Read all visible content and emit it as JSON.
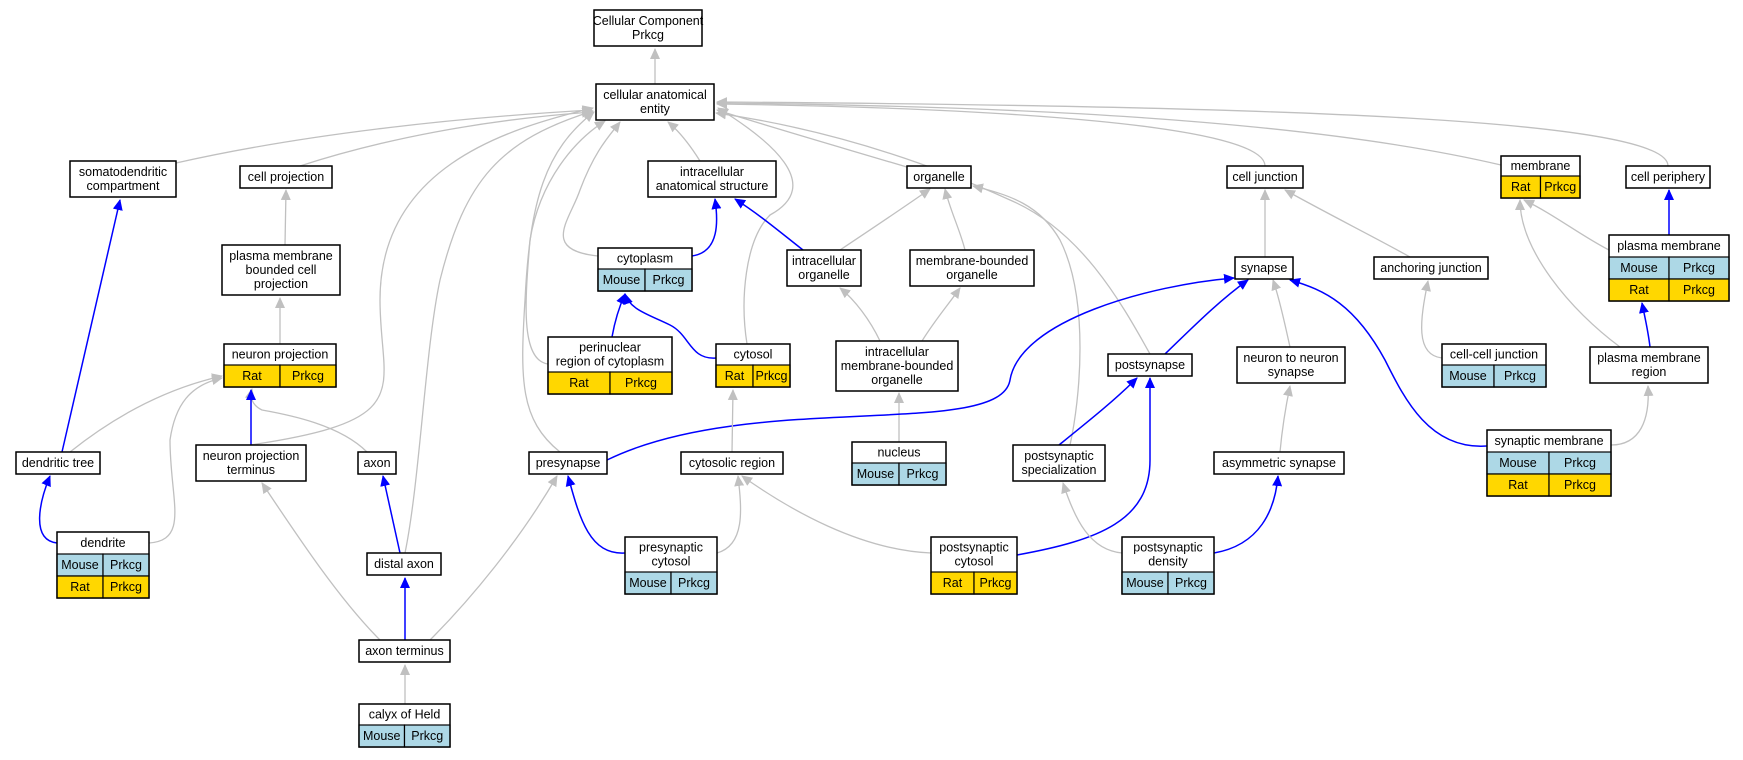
{
  "colors": {
    "is_a_edge": "#c0c0c0",
    "part_of_edge": "#0000ff",
    "mouse": "#add8e6",
    "rat": "#ffd700",
    "node_border": "#000000",
    "node_fill": "#ffffff"
  },
  "nodes": {
    "root": {
      "lines": [
        "Cellular Component",
        "Prkcg"
      ],
      "tags": []
    },
    "cae": {
      "lines": [
        "cellular anatomical",
        "entity"
      ],
      "tags": []
    },
    "somato": {
      "lines": [
        "somatodendritic",
        "compartment"
      ],
      "tags": []
    },
    "cellproj": {
      "lines": [
        "cell projection"
      ],
      "tags": []
    },
    "ias": {
      "lines": [
        "intracellular",
        "anatomical structure"
      ],
      "tags": []
    },
    "organelle": {
      "lines": [
        "organelle"
      ],
      "tags": []
    },
    "celljunction": {
      "lines": [
        "cell junction"
      ],
      "tags": []
    },
    "membrane": {
      "lines": [
        "membrane"
      ],
      "tags": [
        [
          "Rat",
          "Prkcg"
        ]
      ]
    },
    "cellperiphery": {
      "lines": [
        "cell periphery"
      ],
      "tags": []
    },
    "pmbcp": {
      "lines": [
        "plasma membrane",
        "bounded cell",
        "projection"
      ],
      "tags": []
    },
    "cytoplasm": {
      "lines": [
        "cytoplasm"
      ],
      "tags": [
        [
          "Mouse",
          "Prkcg"
        ]
      ]
    },
    "intraorg": {
      "lines": [
        "intracellular",
        "organelle"
      ],
      "tags": []
    },
    "mborg": {
      "lines": [
        "membrane-bounded",
        "organelle"
      ],
      "tags": []
    },
    "synapse": {
      "lines": [
        "synapse"
      ],
      "tags": []
    },
    "anchoring": {
      "lines": [
        "anchoring junction"
      ],
      "tags": []
    },
    "plasmamem": {
      "lines": [
        "plasma membrane"
      ],
      "tags": [
        [
          "Mouse",
          "Prkcg"
        ],
        [
          "Rat",
          "Prkcg"
        ]
      ]
    },
    "neuronproj": {
      "lines": [
        "neuron projection"
      ],
      "tags": [
        [
          "Rat",
          "Prkcg"
        ]
      ]
    },
    "perinuclear": {
      "lines": [
        "perinuclear",
        "region of cytoplasm"
      ],
      "tags": [
        [
          "Rat",
          "Prkcg"
        ]
      ]
    },
    "cytosol": {
      "lines": [
        "cytosol"
      ],
      "tags": [
        [
          "Rat",
          "Prkcg"
        ]
      ]
    },
    "imbo": {
      "lines": [
        "intracellular",
        "membrane-bounded",
        "organelle"
      ],
      "tags": []
    },
    "postsynapse": {
      "lines": [
        "postsynapse"
      ],
      "tags": []
    },
    "n2n": {
      "lines": [
        "neuron to neuron",
        "synapse"
      ],
      "tags": []
    },
    "ccjunction": {
      "lines": [
        "cell-cell junction"
      ],
      "tags": [
        [
          "Mouse",
          "Prkcg"
        ]
      ]
    },
    "pmregion": {
      "lines": [
        "plasma membrane",
        "region"
      ],
      "tags": []
    },
    "dendtree": {
      "lines": [
        "dendritic tree"
      ],
      "tags": []
    },
    "npterm": {
      "lines": [
        "neuron projection",
        "terminus"
      ],
      "tags": []
    },
    "axon": {
      "lines": [
        "axon"
      ],
      "tags": []
    },
    "presynapse": {
      "lines": [
        "presynapse"
      ],
      "tags": []
    },
    "cytosolicregion": {
      "lines": [
        "cytosolic region"
      ],
      "tags": []
    },
    "nucleus": {
      "lines": [
        "nucleus"
      ],
      "tags": [
        [
          "Mouse",
          "Prkcg"
        ]
      ]
    },
    "postspec": {
      "lines": [
        "postsynaptic",
        "specialization"
      ],
      "tags": []
    },
    "asymsyn": {
      "lines": [
        "asymmetric synapse"
      ],
      "tags": []
    },
    "synmem": {
      "lines": [
        "synaptic membrane"
      ],
      "tags": [
        [
          "Mouse",
          "Prkcg"
        ],
        [
          "Rat",
          "Prkcg"
        ]
      ]
    },
    "dendrite": {
      "lines": [
        "dendrite"
      ],
      "tags": [
        [
          "Mouse",
          "Prkcg"
        ],
        [
          "Rat",
          "Prkcg"
        ]
      ]
    },
    "distalaxon": {
      "lines": [
        "distal axon"
      ],
      "tags": []
    },
    "presyncyt": {
      "lines": [
        "presynaptic",
        "cytosol"
      ],
      "tags": [
        [
          "Mouse",
          "Prkcg"
        ]
      ]
    },
    "postsyncyt": {
      "lines": [
        "postsynaptic",
        "cytosol"
      ],
      "tags": [
        [
          "Rat",
          "Prkcg"
        ]
      ]
    },
    "psd": {
      "lines": [
        "postsynaptic",
        "density"
      ],
      "tags": [
        [
          "Mouse",
          "Prkcg"
        ]
      ]
    },
    "axonterm": {
      "lines": [
        "axon terminus"
      ],
      "tags": []
    },
    "calyx": {
      "lines": [
        "calyx of Held"
      ],
      "tags": [
        [
          "Mouse",
          "Prkcg"
        ]
      ]
    }
  },
  "edges": [
    {
      "from": "cae",
      "to": "root",
      "relation": "is_a"
    },
    {
      "from": "somato",
      "to": "cae",
      "relation": "is_a"
    },
    {
      "from": "cellproj",
      "to": "cae",
      "relation": "is_a"
    },
    {
      "from": "ias",
      "to": "cae",
      "relation": "is_a"
    },
    {
      "from": "organelle",
      "to": "cae",
      "relation": "is_a"
    },
    {
      "from": "celljunction",
      "to": "cae",
      "relation": "is_a"
    },
    {
      "from": "membrane",
      "to": "cae",
      "relation": "is_a"
    },
    {
      "from": "cellperiphery",
      "to": "cae",
      "relation": "is_a"
    },
    {
      "from": "cytoplasm",
      "to": "cae",
      "relation": "is_a"
    },
    {
      "from": "perinuclear",
      "to": "cae",
      "relation": "is_a"
    },
    {
      "from": "cytosol",
      "to": "cae",
      "relation": "is_a"
    },
    {
      "from": "npterm",
      "to": "cae",
      "relation": "is_a"
    },
    {
      "from": "presynapse",
      "to": "cae",
      "relation": "is_a"
    },
    {
      "from": "postsynapse",
      "to": "cae",
      "relation": "is_a"
    },
    {
      "from": "distalaxon",
      "to": "cae",
      "relation": "is_a"
    },
    {
      "from": "pmbcp",
      "to": "cellproj",
      "relation": "is_a"
    },
    {
      "from": "neuronproj",
      "to": "pmbcp",
      "relation": "is_a"
    },
    {
      "from": "cytoplasm",
      "to": "ias",
      "relation": "part_of"
    },
    {
      "from": "intraorg",
      "to": "ias",
      "relation": "part_of"
    },
    {
      "from": "intraorg",
      "to": "organelle",
      "relation": "is_a"
    },
    {
      "from": "mborg",
      "to": "organelle",
      "relation": "is_a"
    },
    {
      "from": "postspec",
      "to": "organelle",
      "relation": "is_a"
    },
    {
      "from": "synapse",
      "to": "celljunction",
      "relation": "is_a"
    },
    {
      "from": "anchoring",
      "to": "celljunction",
      "relation": "is_a"
    },
    {
      "from": "plasmamem",
      "to": "membrane",
      "relation": "is_a"
    },
    {
      "from": "pmregion",
      "to": "membrane",
      "relation": "is_a"
    },
    {
      "from": "plasmamem",
      "to": "cellperiphery",
      "relation": "part_of"
    },
    {
      "from": "perinuclear",
      "to": "cytoplasm",
      "relation": "part_of"
    },
    {
      "from": "cytosol",
      "to": "cytoplasm",
      "relation": "part_of"
    },
    {
      "from": "imbo",
      "to": "intraorg",
      "relation": "is_a"
    },
    {
      "from": "imbo",
      "to": "mborg",
      "relation": "is_a"
    },
    {
      "from": "nucleus",
      "to": "imbo",
      "relation": "is_a"
    },
    {
      "from": "ccjunction",
      "to": "anchoring",
      "relation": "is_a"
    },
    {
      "from": "pmregion",
      "to": "plasmamem",
      "relation": "part_of"
    },
    {
      "from": "presynapse",
      "to": "synapse",
      "relation": "part_of"
    },
    {
      "from": "postsynapse",
      "to": "synapse",
      "relation": "part_of"
    },
    {
      "from": "n2n",
      "to": "synapse",
      "relation": "is_a"
    },
    {
      "from": "synmem",
      "to": "synapse",
      "relation": "part_of"
    },
    {
      "from": "synmem",
      "to": "pmregion",
      "relation": "is_a"
    },
    {
      "from": "dendtree",
      "to": "somato",
      "relation": "part_of"
    },
    {
      "from": "dendtree",
      "to": "neuronproj",
      "relation": "is_a"
    },
    {
      "from": "dendrite",
      "to": "neuronproj",
      "relation": "is_a"
    },
    {
      "from": "axon",
      "to": "neuronproj",
      "relation": "is_a"
    },
    {
      "from": "npterm",
      "to": "neuronproj",
      "relation": "part_of"
    },
    {
      "from": "dendrite",
      "to": "dendtree",
      "relation": "part_of"
    },
    {
      "from": "distalaxon",
      "to": "axon",
      "relation": "part_of"
    },
    {
      "from": "axonterm",
      "to": "distalaxon",
      "relation": "part_of"
    },
    {
      "from": "axonterm",
      "to": "npterm",
      "relation": "is_a"
    },
    {
      "from": "axonterm",
      "to": "presynapse",
      "relation": "is_a"
    },
    {
      "from": "calyx",
      "to": "axonterm",
      "relation": "is_a"
    },
    {
      "from": "presyncyt",
      "to": "presynapse",
      "relation": "part_of"
    },
    {
      "from": "presyncyt",
      "to": "cytosolicregion",
      "relation": "is_a"
    },
    {
      "from": "cytosolicregion",
      "to": "cytosol",
      "relation": "is_a"
    },
    {
      "from": "postsyncyt",
      "to": "cytosolicregion",
      "relation": "is_a"
    },
    {
      "from": "postsyncyt",
      "to": "postsynapse",
      "relation": "part_of"
    },
    {
      "from": "postspec",
      "to": "postsynapse",
      "relation": "part_of"
    },
    {
      "from": "psd",
      "to": "postspec",
      "relation": "is_a"
    },
    {
      "from": "psd",
      "to": "asymsyn",
      "relation": "part_of"
    },
    {
      "from": "asymsyn",
      "to": "n2n",
      "relation": "is_a"
    }
  ]
}
